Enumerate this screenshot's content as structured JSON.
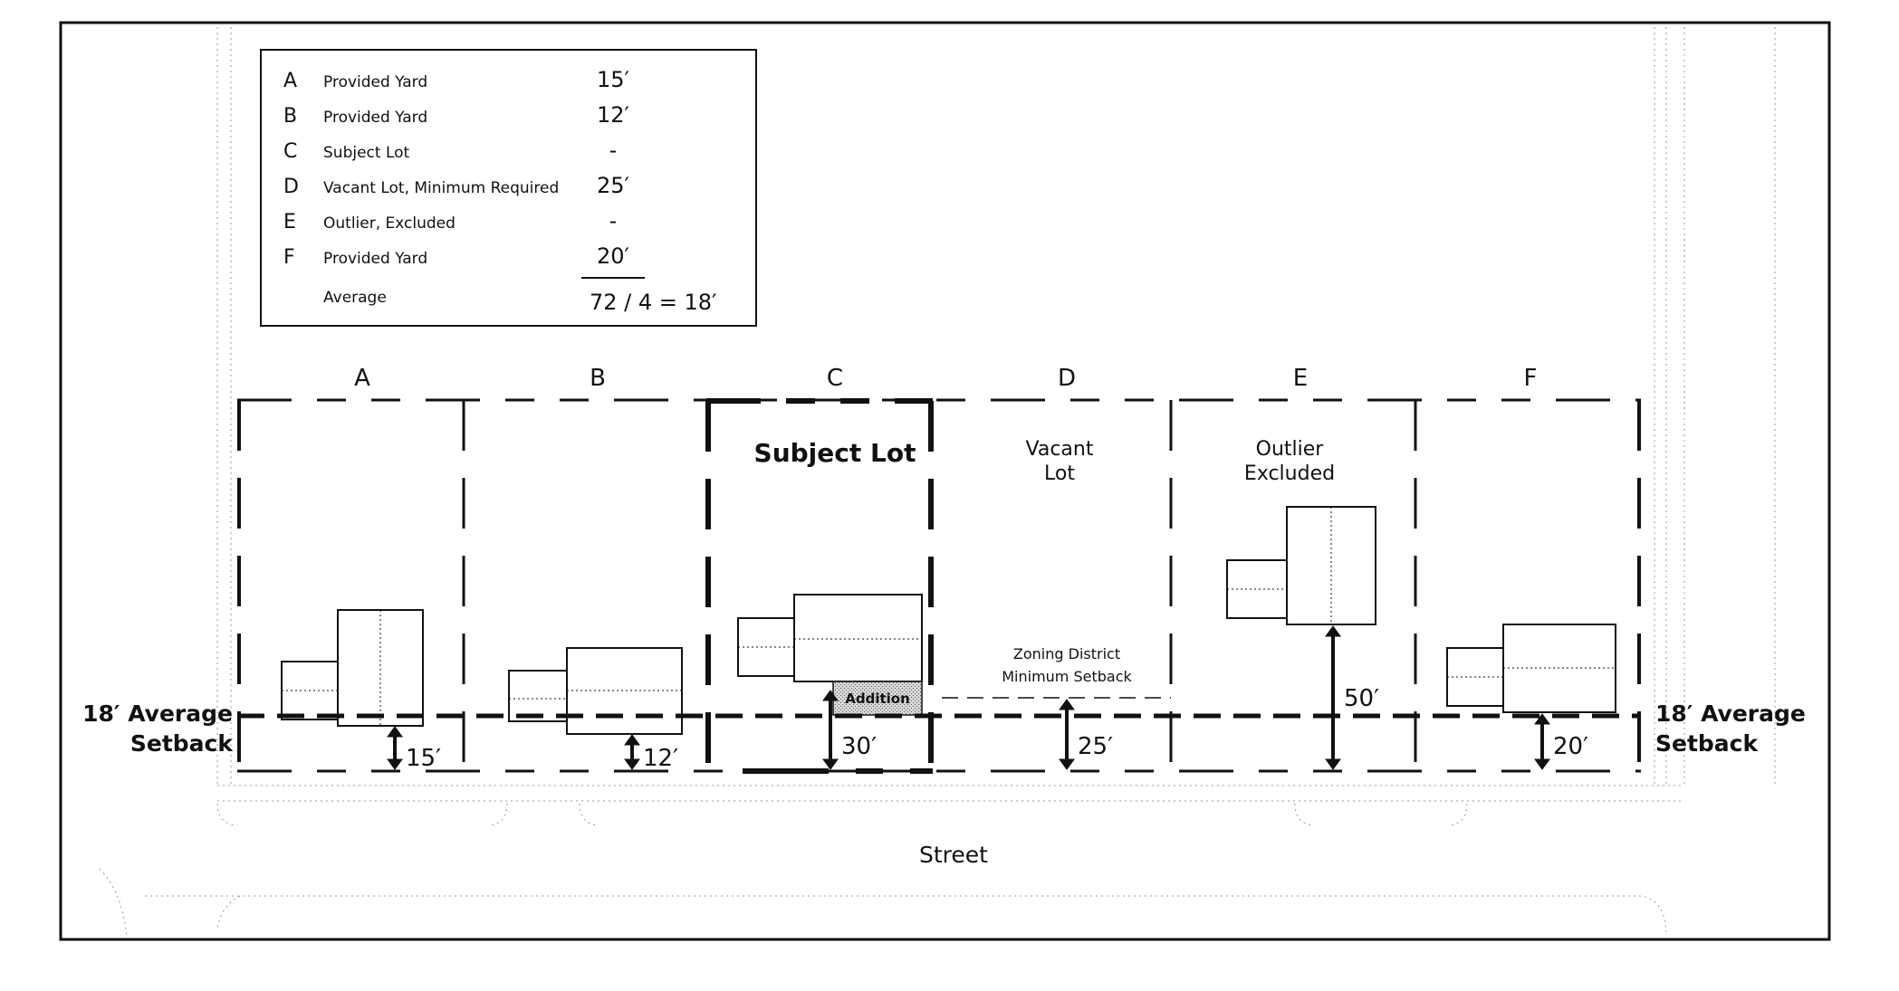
{
  "legend": {
    "rows": [
      {
        "letter": "A",
        "label": "Provided Yard",
        "value": "15′"
      },
      {
        "letter": "B",
        "label": "Provided Yard",
        "value": "12′"
      },
      {
        "letter": "C",
        "label": "Subject Lot",
        "value": "-"
      },
      {
        "letter": "D",
        "label": "Vacant Lot, Minimum Required",
        "value": "25′"
      },
      {
        "letter": "E",
        "label": "Outlier, Excluded",
        "value": "-"
      },
      {
        "letter": "F",
        "label": "Provided Yard",
        "value": "20′"
      }
    ],
    "average_label": "Average",
    "average_value": "72 / 4 = 18′"
  },
  "lots": [
    {
      "letter": "A",
      "note": "",
      "dimension": "15′",
      "setback_ft": 15
    },
    {
      "letter": "B",
      "note": "",
      "dimension": "12′",
      "setback_ft": 12
    },
    {
      "letter": "C",
      "note": "Subject Lot",
      "dimension": "30′",
      "setback_ft": 30
    },
    {
      "letter": "D",
      "note_line1": "Vacant",
      "note_line2": "Lot",
      "dimension": "25′",
      "setback_ft": 25
    },
    {
      "letter": "E",
      "note_line1": "Outlier",
      "note_line2": "Excluded",
      "dimension": "50′",
      "setback_ft": 50
    },
    {
      "letter": "F",
      "note": "",
      "dimension": "20′",
      "setback_ft": 20
    }
  ],
  "addition_label": "Addition",
  "zoning": {
    "line1": "Zoning District",
    "line2": "Minimum Setback"
  },
  "average_setback": {
    "line1": "18′ Average",
    "line2": "Setback",
    "value_ft": 18
  },
  "street_label": "Street",
  "colors": {
    "ink": "#111111",
    "addition_fill": "#b8b8b8",
    "faint": "#9a9a9a"
  }
}
